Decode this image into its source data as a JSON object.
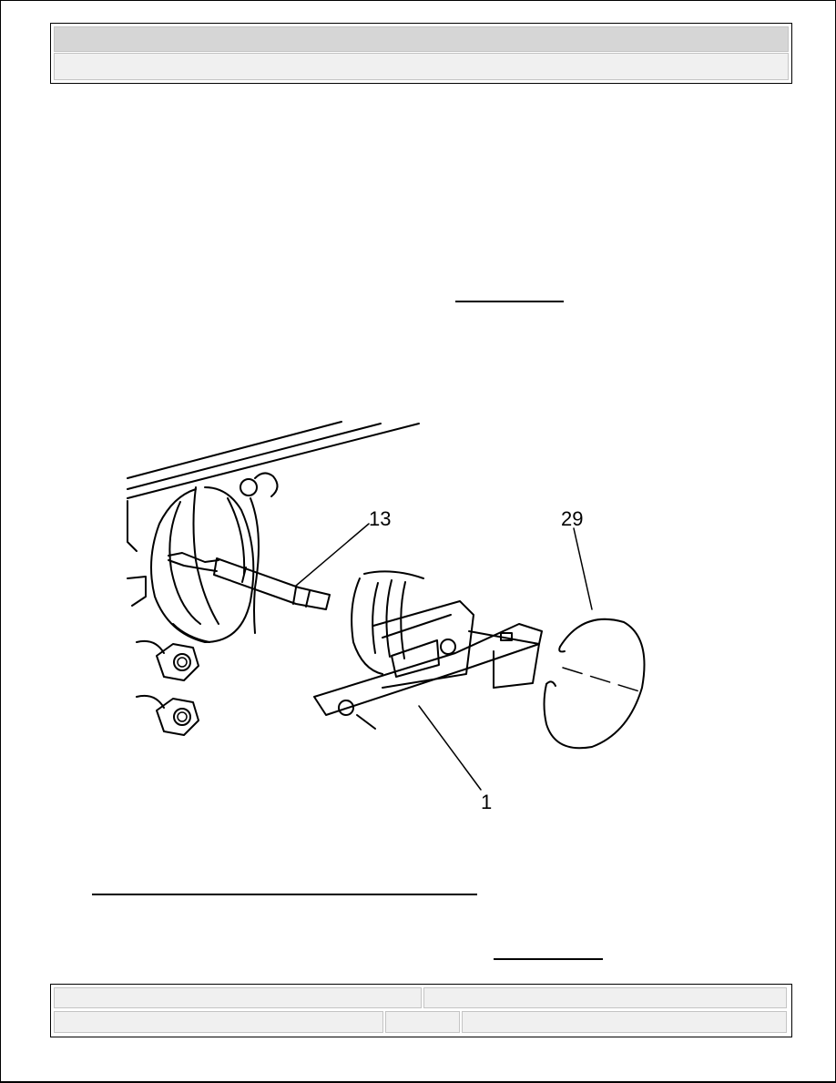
{
  "header": {
    "title": "",
    "subtitle": ""
  },
  "links": {
    "link_top": "",
    "link_bottom_left": "",
    "link_bottom_right": ""
  },
  "figure": {
    "callouts": [
      "13",
      "29",
      "1"
    ]
  },
  "footer": {
    "cell_top_left": "",
    "cell_top_right": "",
    "cell_bottom_left": "",
    "cell_bottom_mid": "",
    "cell_bottom_right": ""
  }
}
